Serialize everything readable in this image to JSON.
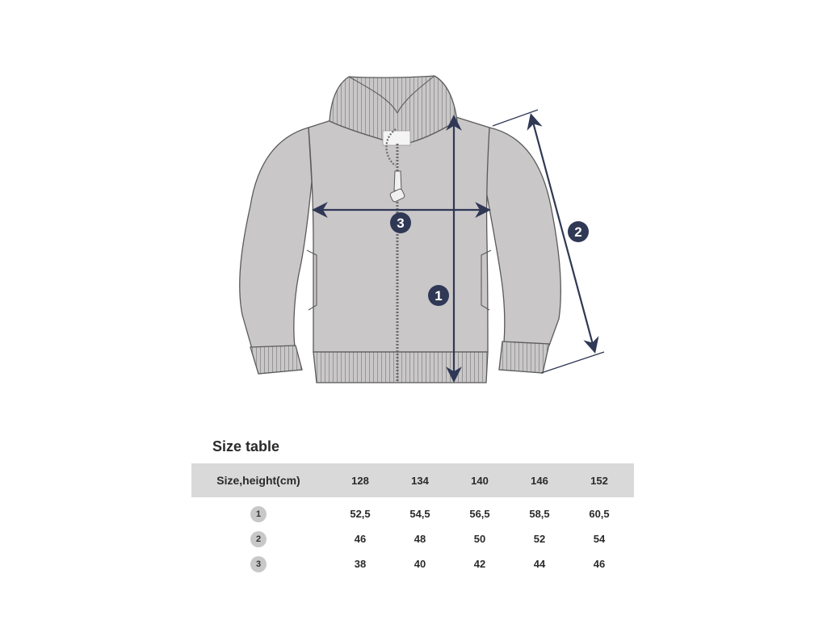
{
  "colors": {
    "jacket_fill": "#c9c7c8",
    "jacket_stroke": "#5a5a5a",
    "arrow": "#2f3854",
    "badge_fill": "#2f3854",
    "header_bg": "#d9d9d9",
    "row_badge_bg": "#c8c8c8"
  },
  "figure": {
    "badges": [
      "1",
      "2",
      "3"
    ]
  },
  "size_table": {
    "title": "Size table",
    "header_label": "Size,height(cm)",
    "sizes": [
      "128",
      "134",
      "140",
      "146",
      "152"
    ],
    "rows": [
      {
        "badge": "1",
        "values": [
          "52,5",
          "54,5",
          "56,5",
          "58,5",
          "60,5"
        ]
      },
      {
        "badge": "2",
        "values": [
          "46",
          "48",
          "50",
          "52",
          "54"
        ]
      },
      {
        "badge": "3",
        "values": [
          "38",
          "40",
          "42",
          "44",
          "46"
        ]
      }
    ]
  }
}
